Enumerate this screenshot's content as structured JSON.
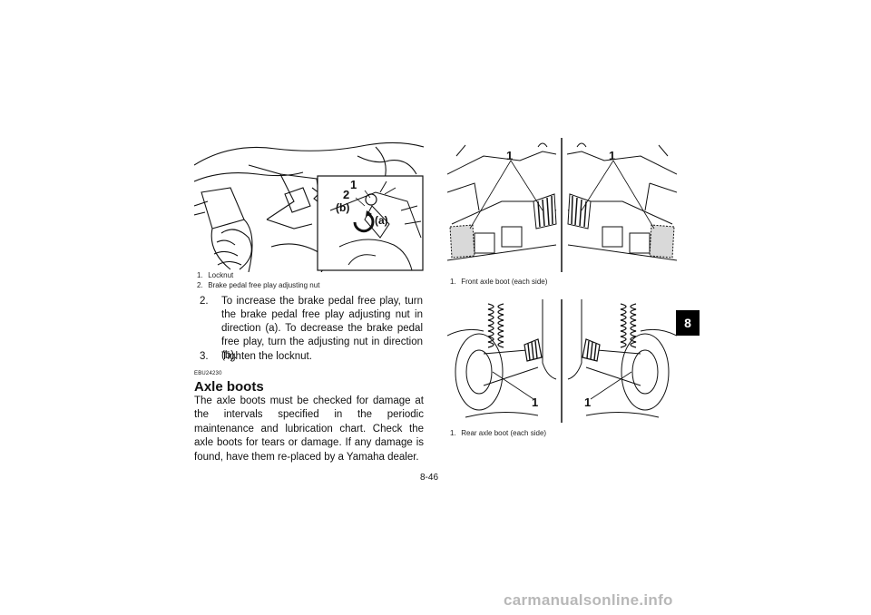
{
  "figures": {
    "brake": {
      "callouts": [
        "1",
        "2",
        "(b)",
        "(a)"
      ],
      "caption": [
        {
          "num": "1.",
          "text": "Locknut"
        },
        {
          "num": "2.",
          "text": "Brake pedal free play adjusting nut"
        }
      ]
    },
    "front_axle": {
      "callouts": [
        "1",
        "1"
      ],
      "caption": [
        {
          "num": "1.",
          "text": "Front axle boot (each side)"
        }
      ]
    },
    "rear_axle": {
      "callouts": [
        "1",
        "1"
      ],
      "caption": [
        {
          "num": "1.",
          "text": "Rear axle boot (each side)"
        }
      ]
    }
  },
  "steps": [
    {
      "num": "2.",
      "text": "To increase the brake pedal free play, turn the brake pedal free play adjusting nut in direction (a). To decrease the brake pedal free play, turn the adjusting nut in direction (b)."
    },
    {
      "num": "3.",
      "text": "Tighten the locknut."
    }
  ],
  "section": {
    "code": "EBU24230",
    "heading": "Axle boots",
    "body": "The axle boots must be checked for damage at the intervals specified in the periodic maintenance and lubrication chart. Check the axle boots for tears or damage. If any damage is found, have them re-placed by a Yamaha dealer."
  },
  "chapter_tab": "8",
  "page_number": "8-46",
  "watermark": "carmanualsonline.info"
}
